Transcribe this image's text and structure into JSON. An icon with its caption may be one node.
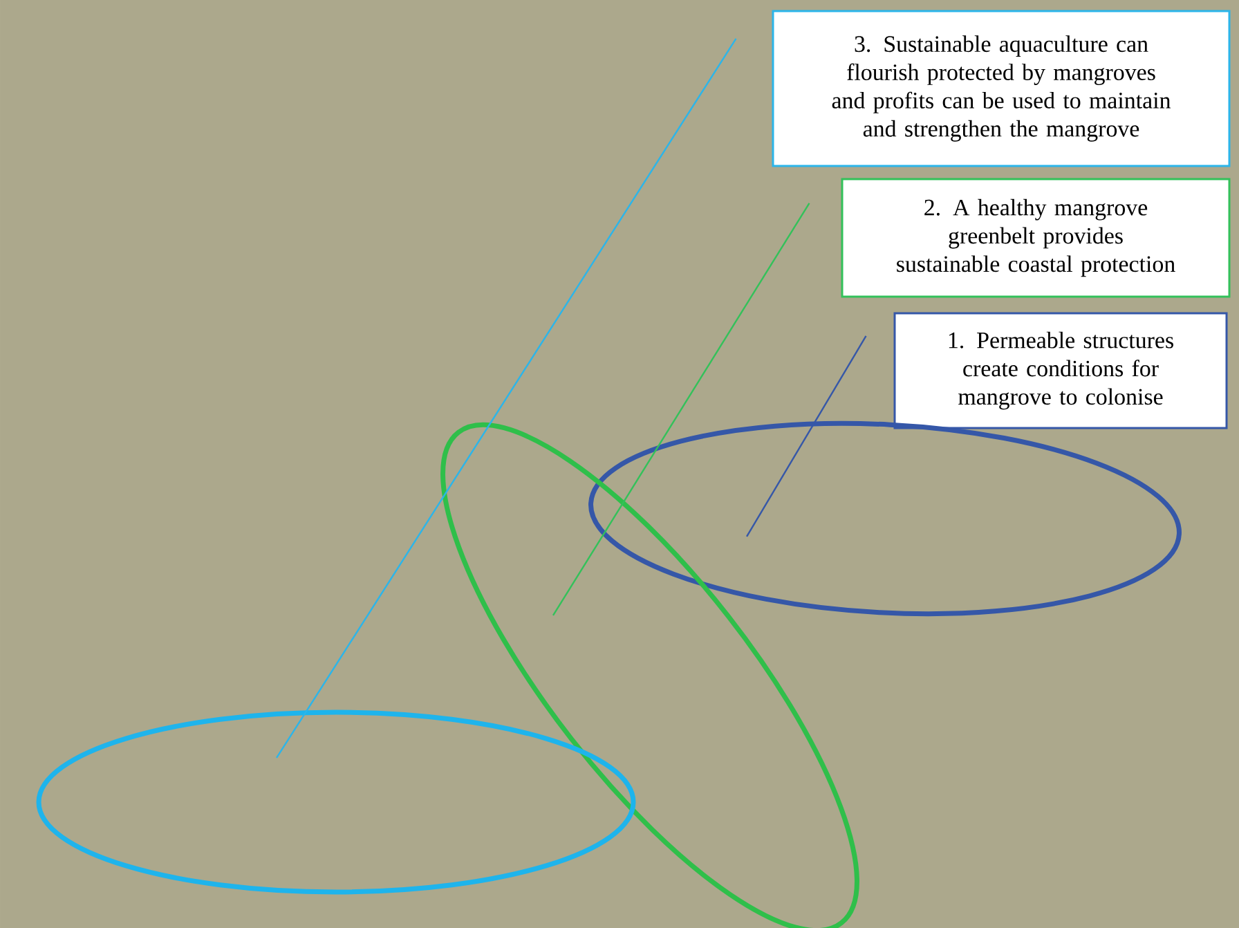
{
  "diagram": {
    "nodes": [
      {
        "text": [
          "3. Sustainable aquaculture can flourish protected by mangroves and profits can be used to maintain and strengthen the mangrove"
        ]
      },
      {
        "text": [
          "2. A healthy mangrove greenbelt provides sustainable coastal protection"
        ]
      },
      {
        "text": [
          "1. Permeable structures create conditions for mangrove to colonise"
        ]
      },
      {
        "text": [],
        "shape": "ellipse"
      },
      {
        "text": [],
        "shape": "ellipse"
      },
      {
        "text": [],
        "shape": "ellipse"
      }
    ],
    "edges": [
      {
        "from": 0,
        "to": 5,
        "arrow": "none",
        "color": "#2bb5ea"
      },
      {
        "from": 1,
        "to": 4,
        "arrow": "none",
        "color": "#33c15a"
      },
      {
        "from": 2,
        "to": 3,
        "arrow": "none",
        "color": "#3557a8"
      }
    ]
  }
}
